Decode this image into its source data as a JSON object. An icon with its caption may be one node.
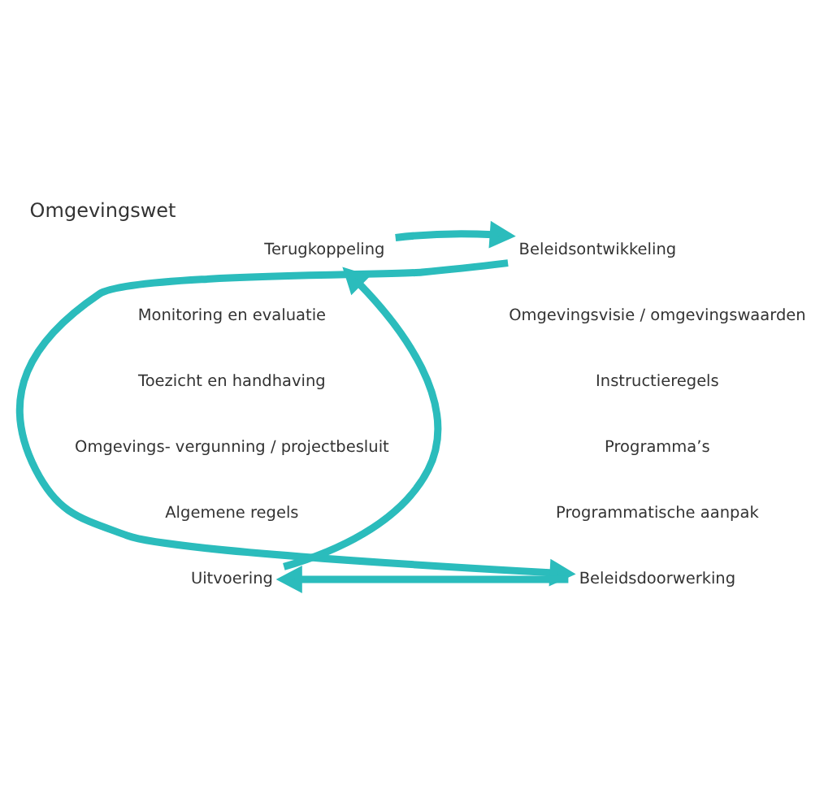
{
  "diagram": {
    "title": "Omgevingswet",
    "nodes": [
      {
        "text": [
          "Beleidsontwikkeling"
        ]
      },
      {
        "text": [
          "Beleidsdoorwerking"
        ]
      },
      {
        "text": [
          "Uitvoering"
        ]
      },
      {
        "text": [
          "Terugkoppeling"
        ]
      }
    ],
    "edges": [
      {
        "from": 3,
        "to": 0,
        "arrow": "to"
      },
      {
        "from": 0,
        "to": 1,
        "arrow": "to"
      },
      {
        "from": 1,
        "to": 2,
        "arrow": "to"
      },
      {
        "from": 2,
        "to": 3,
        "arrow": "to"
      }
    ],
    "labels": [
      "Monitoring en evaluatie",
      "Omgevingsvisie / omgevingswaarden",
      "Toezicht en handhaving",
      "Instructieregels",
      "Programma’s",
      "Omgevings- vergunning / projectbesluit",
      "Programmatische aanpak",
      "Algemene regels"
    ]
  }
}
